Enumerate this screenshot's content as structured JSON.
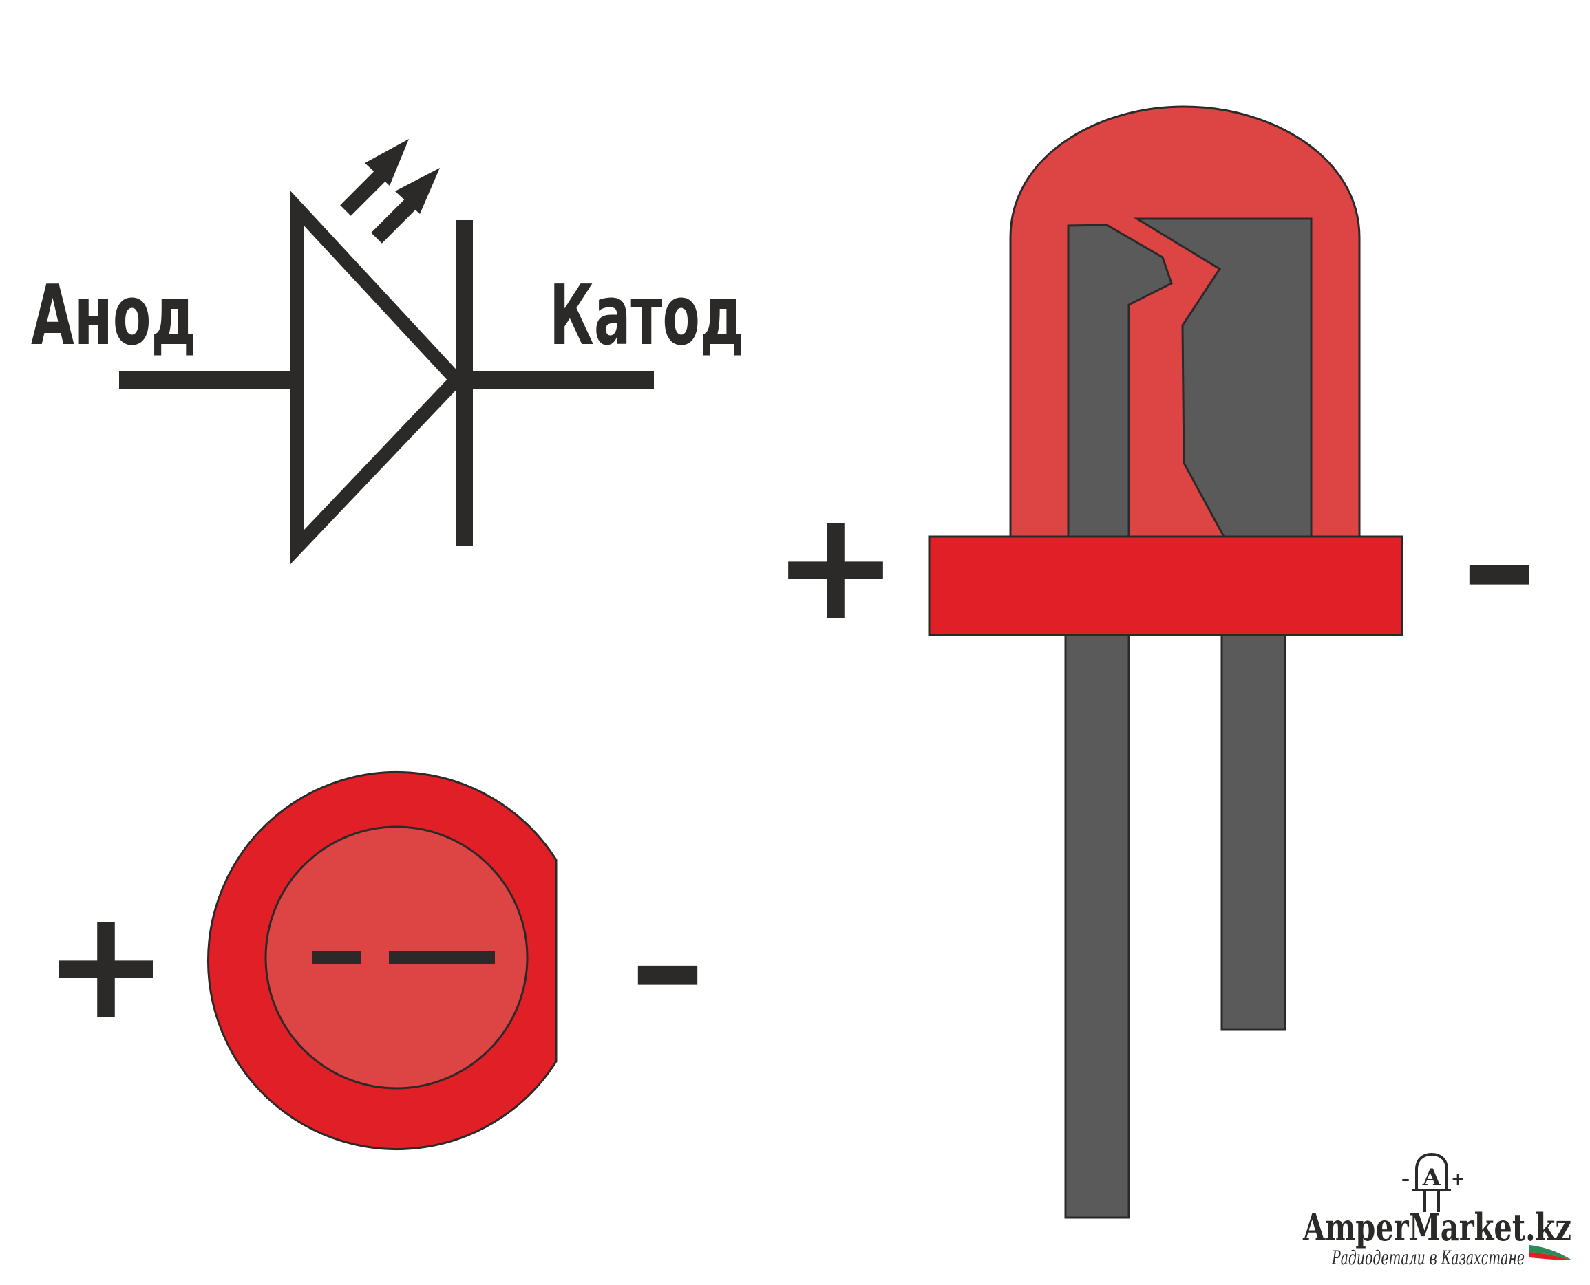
{
  "symbol": {
    "anode_label": "Анод",
    "cathode_label": "Катод"
  },
  "led_side": {
    "plus_sign": "+",
    "minus_sign": "–"
  },
  "led_top": {
    "plus_sign": "+",
    "minus_sign": "–"
  },
  "logo": {
    "brand": "AmperMarket.kz",
    "tagline": "Радиодетали в Казахстане",
    "icon_letter": "A",
    "icon_minus": "–",
    "icon_plus": "+"
  },
  "colors": {
    "ink": "#2b2a29",
    "lens_red": "#dd4444",
    "flange_red": "#e11f26",
    "lead_gray": "#5a5a5a"
  },
  "icons": [
    "led-symbol-icon",
    "emission-arrows-icon",
    "led-side-view-icon",
    "led-top-view-icon",
    "logo-led-icon"
  ]
}
